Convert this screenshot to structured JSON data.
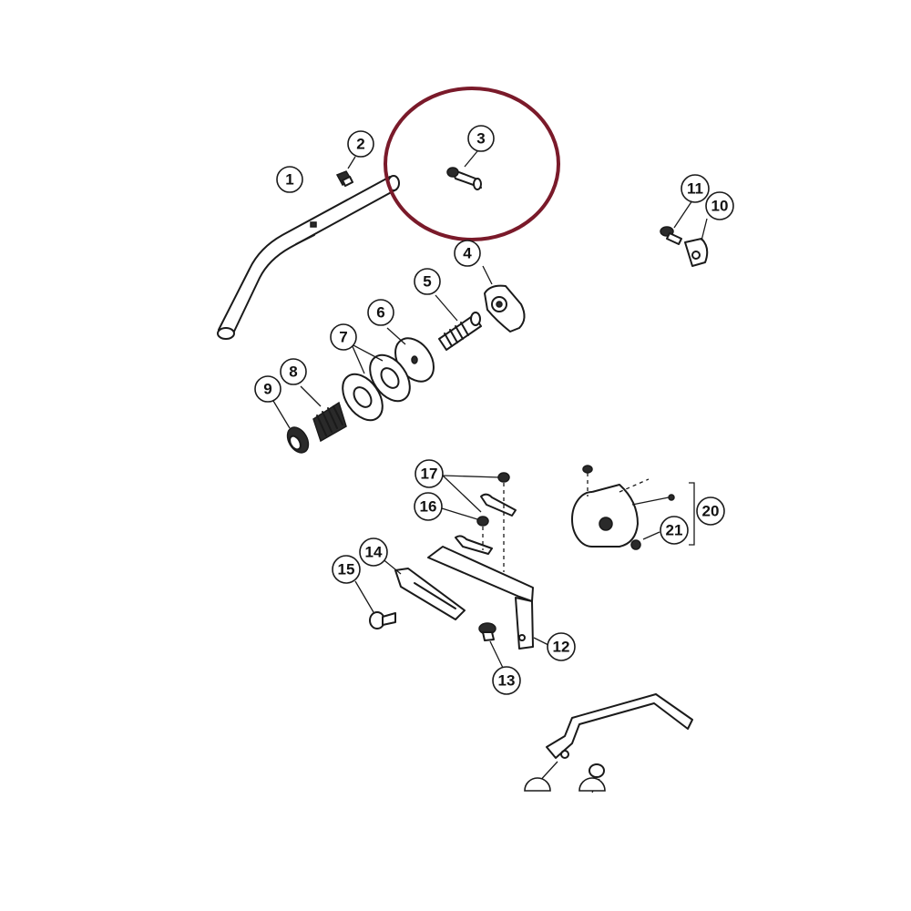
{
  "diagram": {
    "callouts": [
      {
        "id": "1",
        "label": "1"
      },
      {
        "id": "2",
        "label": "2"
      },
      {
        "id": "3",
        "label": "3"
      },
      {
        "id": "4",
        "label": "4"
      },
      {
        "id": "5",
        "label": "5"
      },
      {
        "id": "6",
        "label": "6"
      },
      {
        "id": "7",
        "label": "7"
      },
      {
        "id": "8",
        "label": "8"
      },
      {
        "id": "9",
        "label": "9"
      },
      {
        "id": "10",
        "label": "10"
      },
      {
        "id": "11",
        "label": "11"
      },
      {
        "id": "12",
        "label": "12"
      },
      {
        "id": "13",
        "label": "13"
      },
      {
        "id": "14",
        "label": "14"
      },
      {
        "id": "15",
        "label": "15"
      },
      {
        "id": "16",
        "label": "16"
      },
      {
        "id": "17",
        "label": "17"
      },
      {
        "id": "20",
        "label": "20"
      },
      {
        "id": "21",
        "label": "21"
      }
    ],
    "highlight": {
      "target": "3",
      "color": "#7a1a2a"
    }
  }
}
